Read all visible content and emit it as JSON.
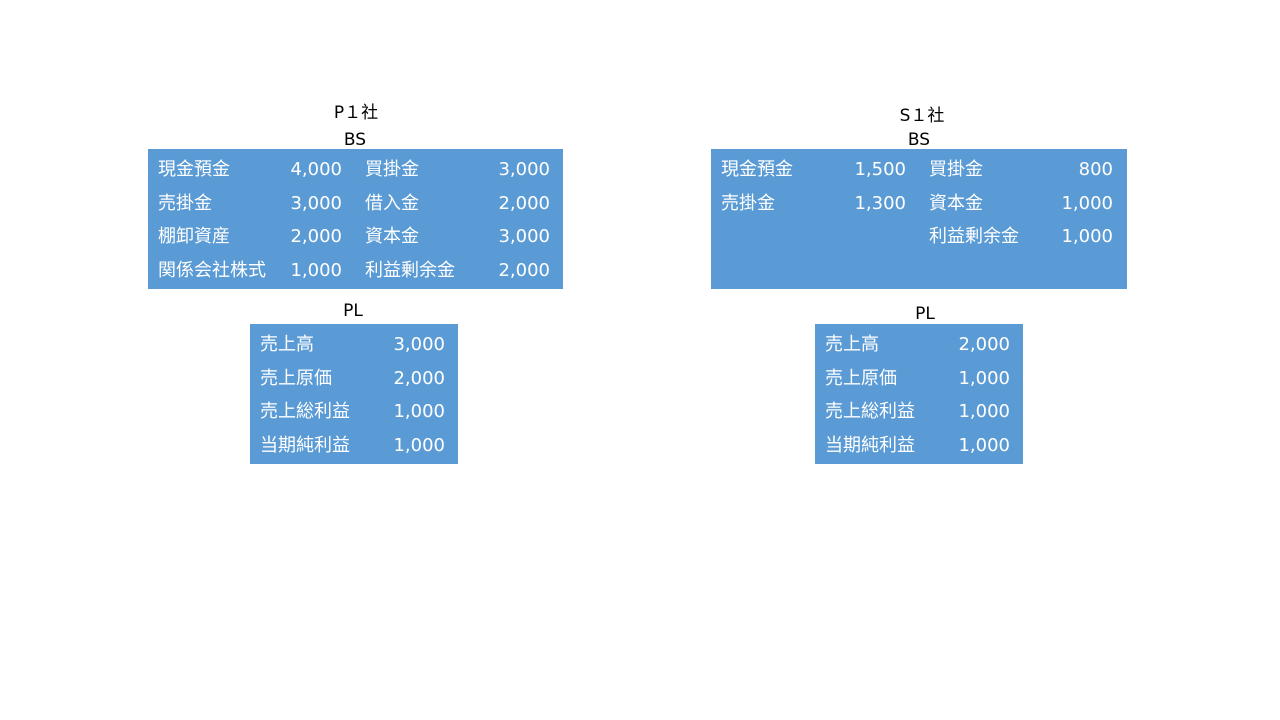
{
  "colors": {
    "table_bg": "#5b9bd5",
    "table_text": "#ffffff",
    "label_text": "#000000"
  },
  "p1": {
    "company": "P１社",
    "bs_label": "BS",
    "bs_rows": [
      {
        "left_name": "現金預金",
        "left_value": "4,000",
        "right_name": "買掛金",
        "right_value": "3,000"
      },
      {
        "left_name": "売掛金",
        "left_value": "3,000",
        "right_name": "借入金",
        "right_value": "2,000"
      },
      {
        "left_name": "棚卸資産",
        "left_value": "2,000",
        "right_name": "資本金",
        "right_value": "3,000"
      },
      {
        "left_name": "関係会社株式",
        "left_value": "1,000",
        "right_name": "利益剰余金",
        "right_value": "2,000"
      }
    ],
    "pl_label": "PL",
    "pl_rows": [
      {
        "name": "売上高",
        "value": "3,000"
      },
      {
        "name": "売上原価",
        "value": "2,000"
      },
      {
        "name": "売上総利益",
        "value": "1,000"
      },
      {
        "name": "当期純利益",
        "value": "1,000"
      }
    ]
  },
  "s1": {
    "company": "S１社",
    "bs_label": "BS",
    "bs_rows": [
      {
        "left_name": "現金預金",
        "left_value": "1,500",
        "right_name": "買掛金",
        "right_value": "800"
      },
      {
        "left_name": "売掛金",
        "left_value": "1,300",
        "right_name": "資本金",
        "right_value": "1,000"
      },
      {
        "left_name": "",
        "left_value": "",
        "right_name": "利益剰余金",
        "right_value": "1,000"
      }
    ],
    "pl_label": "PL",
    "pl_rows": [
      {
        "name": "売上高",
        "value": "2,000"
      },
      {
        "name": "売上原価",
        "value": "1,000"
      },
      {
        "name": "売上総利益",
        "value": "1,000"
      },
      {
        "name": "当期純利益",
        "value": "1,000"
      }
    ]
  }
}
